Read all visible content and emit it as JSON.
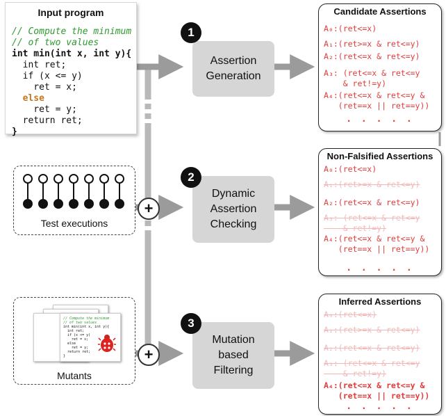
{
  "input_program": {
    "title": "Input program",
    "code_lines": [
      "// Compute the minimum",
      "// of two values",
      "int min(int x, int y){",
      "  int ret;",
      "  if (x <= y)",
      "    ret = x;",
      "  else",
      "    ret = y;",
      "  return ret;",
      "}"
    ]
  },
  "test_executions": {
    "label": "Test executions"
  },
  "mutants": {
    "label": "Mutants"
  },
  "steps": [
    {
      "number": "1",
      "lines": [
        "Assertion",
        "Generation"
      ]
    },
    {
      "number": "2",
      "lines": [
        "Dynamic",
        "Assertion",
        "Checking"
      ]
    },
    {
      "number": "3",
      "lines": [
        "Mutation",
        "based",
        "Filtering"
      ]
    }
  ],
  "plus_symbol": "+",
  "outputs": [
    {
      "title": "Candidate Assertions",
      "assertions": [
        {
          "text": "A₀:(ret<=x)",
          "status": "normal"
        },
        {
          "text": "A₁:(ret>=x & ret<=y)",
          "status": "normal"
        },
        {
          "text": "A₂:(ret<=x & ret<=y)",
          "status": "normal"
        },
        {
          "text": "A₃: (ret<=x & ret<=y\n    & ret!=y)",
          "status": "normal"
        },
        {
          "text": "A₄:(ret<=x & ret<=y &\n   (ret==x || ret==y))",
          "status": "normal"
        }
      ],
      "ellipsis": ". . . . ."
    },
    {
      "title": "Non-Falsified Assertions",
      "assertions": [
        {
          "text": "A₀:(ret<=x)",
          "status": "normal"
        },
        {
          "text": "A₁:(ret>=x & ret<=y)",
          "status": "faded"
        },
        {
          "text": "A₂:(ret<=x & ret<=y)",
          "status": "normal"
        },
        {
          "text": "A₃: (ret<=x & ret<=y\n    & ret!=y)",
          "status": "faded"
        },
        {
          "text": "A₄:(ret<=x & ret<=y &\n   (ret==x || ret==y))",
          "status": "normal"
        }
      ],
      "ellipsis": ". . . . ."
    },
    {
      "title": "Inferred Assertions",
      "assertions": [
        {
          "text": "A₀:(ret<=x)",
          "status": "faded"
        },
        {
          "text": "A₁:(ret>=x & ret<=y)",
          "status": "faded"
        },
        {
          "text": "A₂:(ret<=x & ret<=y)",
          "status": "faded"
        },
        {
          "text": "A₃: (ret<=x & ret<=y\n    & ret!=y)",
          "status": "faded"
        },
        {
          "text": "A₄:(ret<=x & ret<=y &\n   (ret==x || ret==y))",
          "status": "bold"
        }
      ],
      "ellipsis": ". . . . ."
    }
  ]
}
